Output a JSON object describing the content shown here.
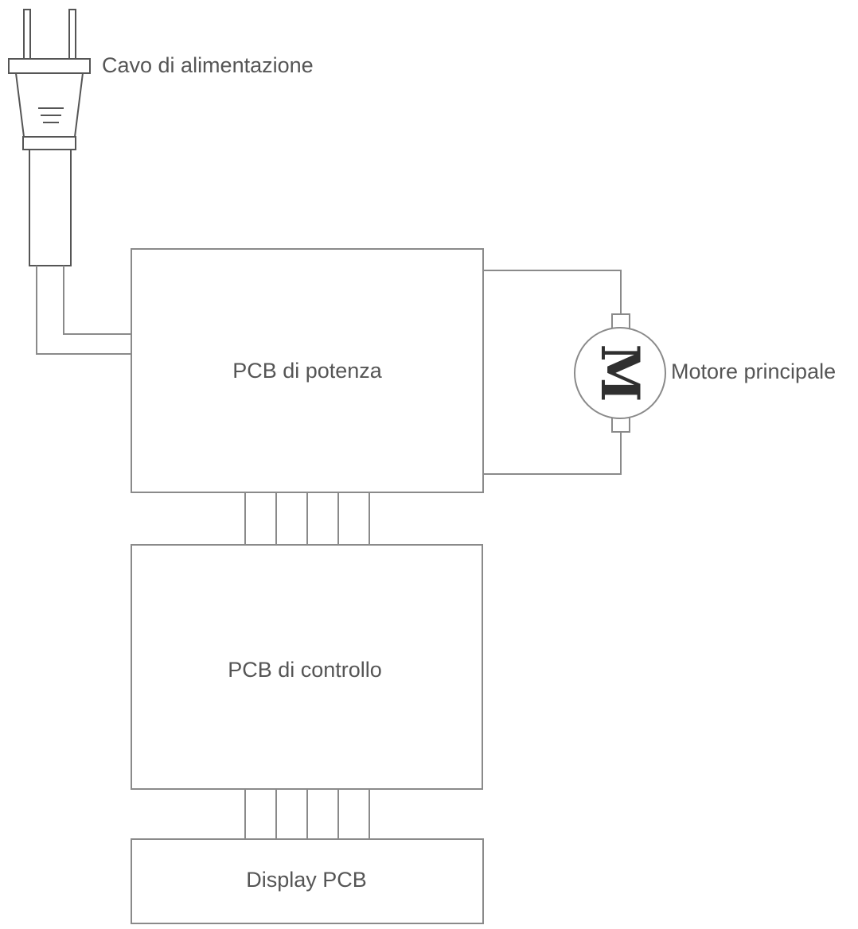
{
  "labels": {
    "power_cord": "Cavo di alimentazione",
    "power_pcb": "PCB di potenza",
    "motor": "Motore principale",
    "motor_symbol": "M",
    "control_pcb": "PCB di controllo",
    "display_pcb": "Display PCB"
  },
  "connections": {
    "power_to_control_wires": 5,
    "control_to_display_wires": 5
  }
}
